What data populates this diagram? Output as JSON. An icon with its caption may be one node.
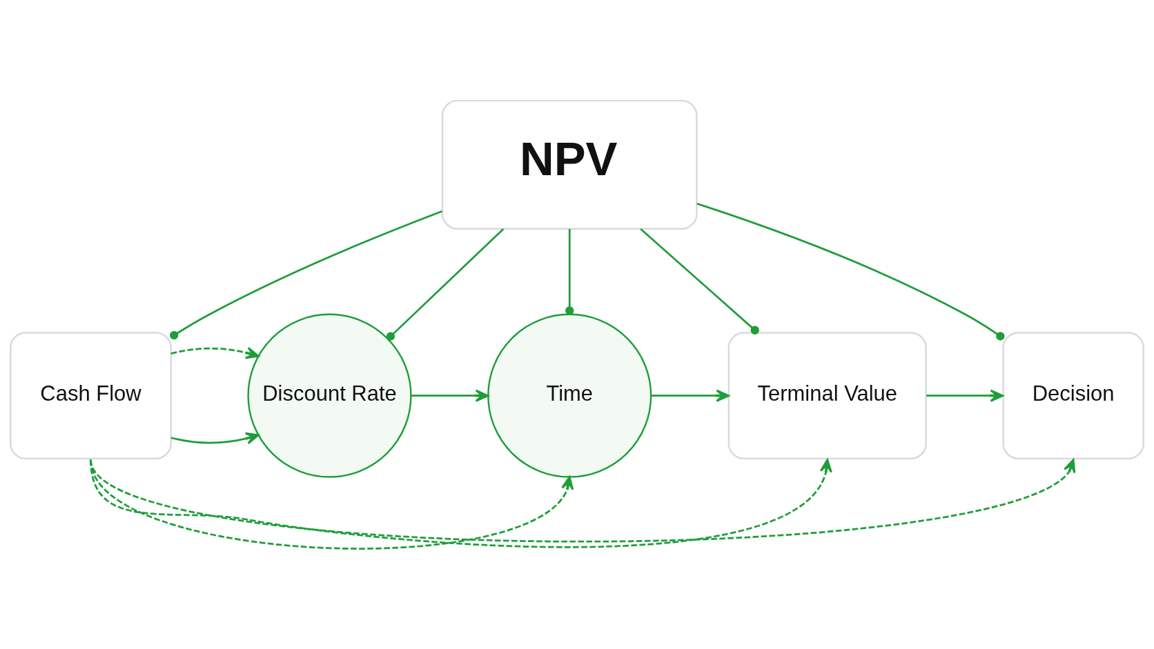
{
  "diagram": {
    "nodes": [
      {
        "text": [
          "NPV"
        ]
      },
      {
        "text": [
          "Cash Flow"
        ]
      },
      {
        "text": [
          "Discount Rate"
        ]
      },
      {
        "text": [
          "Time"
        ]
      },
      {
        "text": [
          "Terminal Value"
        ]
      },
      {
        "text": [
          "Decision"
        ]
      }
    ],
    "edges": [
      {
        "from": 0,
        "to": 1,
        "arrow": "other"
      },
      {
        "from": 0,
        "to": 2,
        "arrow": "other"
      },
      {
        "from": 0,
        "to": 3,
        "arrow": "other"
      },
      {
        "from": 0,
        "to": 4,
        "arrow": "other"
      },
      {
        "from": 0,
        "to": 5,
        "arrow": "other"
      },
      {
        "from": 1,
        "to": 2,
        "arrow": "to"
      },
      {
        "from": 2,
        "to": 3,
        "arrow": "to"
      },
      {
        "from": 3,
        "to": 4,
        "arrow": "to"
      },
      {
        "from": 4,
        "to": 5,
        "arrow": "to"
      },
      {
        "from": 1,
        "to": 2,
        "arrow": "to",
        "style": "dashed"
      },
      {
        "from": 1,
        "to": 3,
        "arrow": "to",
        "style": "dashed"
      },
      {
        "from": 1,
        "to": 4,
        "arrow": "to",
        "style": "dashed"
      },
      {
        "from": 1,
        "to": 5,
        "arrow": "to",
        "style": "dashed"
      }
    ]
  }
}
